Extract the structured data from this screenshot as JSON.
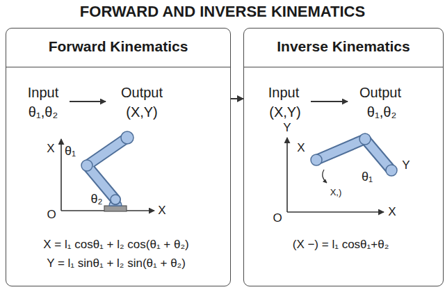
{
  "diagram": {
    "title": "FORWARD AND INVERSE KINEMATICS",
    "nodes": [
      {
        "text": [
          "Forward Kinematics"
        ]
      },
      {
        "text": [
          "Inverse Kinematics"
        ]
      }
    ],
    "edges": [
      {
        "from": 0,
        "to": 1,
        "arrow": "to"
      }
    ],
    "labels": [
      "Input",
      "θ₁,θ₂",
      "Output",
      "(X,Y)",
      "X",
      "θ₁",
      "θ₂",
      "O",
      "X",
      "X = l₁ cosθ₁ + l₂ cos(θ₁ + θ₂)",
      "Y = l₁ sinθ₁ + l₂ sin(θ₁ + θ₂)",
      "Input",
      "(X,Y)",
      "Output",
      "θ₁,θ₂",
      "Y",
      "X",
      "X,)",
      "θ₁",
      "Y",
      "O",
      "X",
      "(X −) = l₁ cosθ₁+θ₂"
    ]
  }
}
